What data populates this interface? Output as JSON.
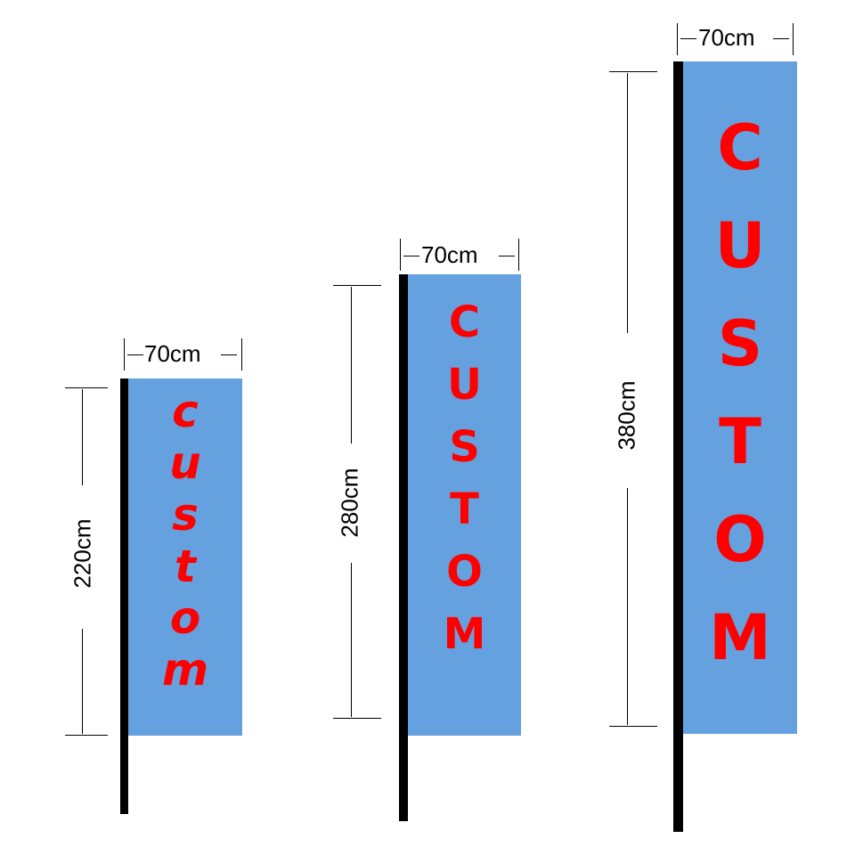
{
  "flags": [
    {
      "width_label": "70cm",
      "height_label": "220cm",
      "letters": [
        "c",
        "u",
        "s",
        "t",
        "o",
        "m"
      ],
      "style": "lowercase-italic"
    },
    {
      "width_label": "70cm",
      "height_label": "280cm",
      "letters": [
        "C",
        "U",
        "S",
        "T",
        "O",
        "M"
      ],
      "style": "uppercase"
    },
    {
      "width_label": "70cm",
      "height_label": "380cm",
      "letters": [
        "C",
        "U",
        "S",
        "T",
        "O",
        "M"
      ],
      "style": "uppercase"
    }
  ],
  "colors": {
    "banner": "#66a1df",
    "text": "#ff0000",
    "pole": "#000000"
  }
}
